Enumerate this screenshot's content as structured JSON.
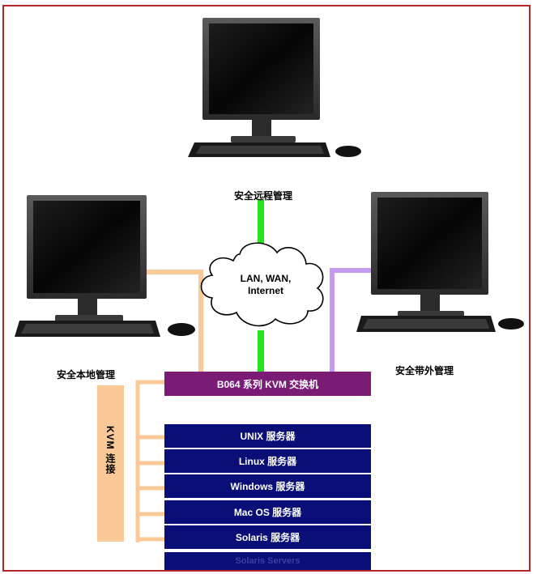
{
  "labels": {
    "remote": "安全远程管理",
    "local": "安全本地管理",
    "outband": "安全带外管理",
    "kvm_connection": "KVM 连接"
  },
  "cloud": {
    "line1": "LAN, WAN,",
    "line2": "Internet"
  },
  "kvm_switch": "B064 系列 KVM 交换机",
  "servers": [
    "UNIX 服务器",
    "Linux  服务器",
    "Windows  服务器",
    "Mac OS  服务器",
    "Solaris  服务器"
  ],
  "footer_faint": "Solaris Servers",
  "colors": {
    "frame": "#b3262c",
    "kvm_switch": "#7a1b76",
    "server": "#0a0f78",
    "local_line": "#fbc997",
    "remote_line": "#22e51f",
    "outband_line": "#c69af2"
  },
  "icons": [
    "monitor-icon",
    "keyboard-icon",
    "mouse-icon",
    "cloud-icon"
  ]
}
